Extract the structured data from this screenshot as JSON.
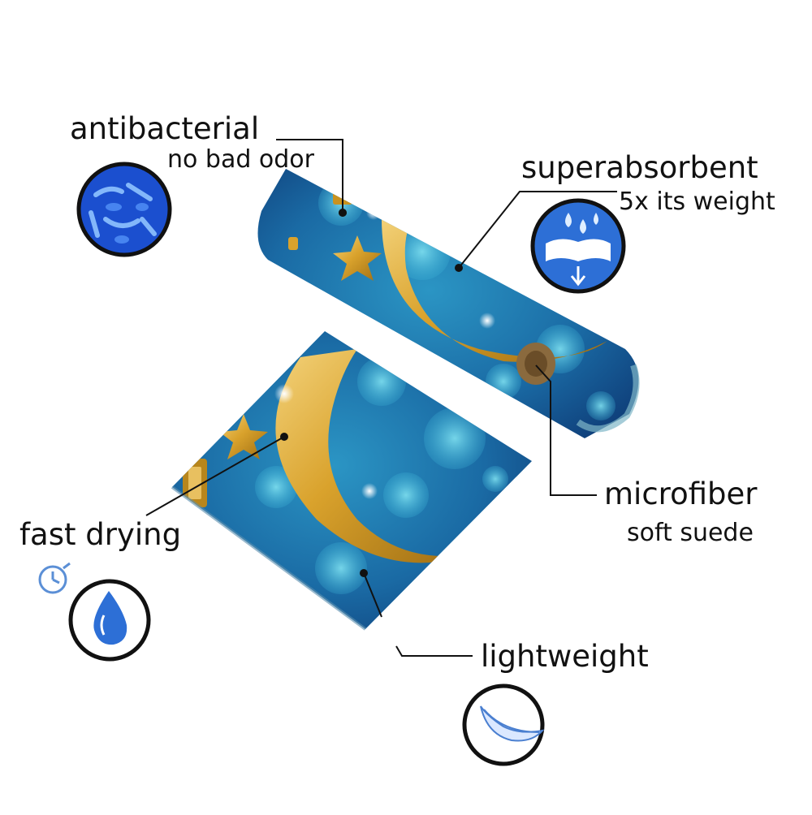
{
  "features": {
    "antibacterial": {
      "title": "antibacterial",
      "subtitle": "no bad odor",
      "icon": "bacteria-icon"
    },
    "superabsorbent": {
      "title": "superabsorbent",
      "subtitle": "5x its weight",
      "icon": "water-absorb-icon"
    },
    "microfiber": {
      "title": "microfiber",
      "subtitle": "soft suede"
    },
    "fast_drying": {
      "title": "fast drying",
      "icon": "water-drop-timer-icon"
    },
    "lightweight": {
      "title": "lightweight",
      "icon": "feather-icon"
    }
  },
  "colors": {
    "towel_blue": "#1e6fa8",
    "bokeh_light": "#4fc6e0",
    "moon_gold": "#d9a22c",
    "icon_blue": "#2d6fd6",
    "text": "#111111"
  }
}
